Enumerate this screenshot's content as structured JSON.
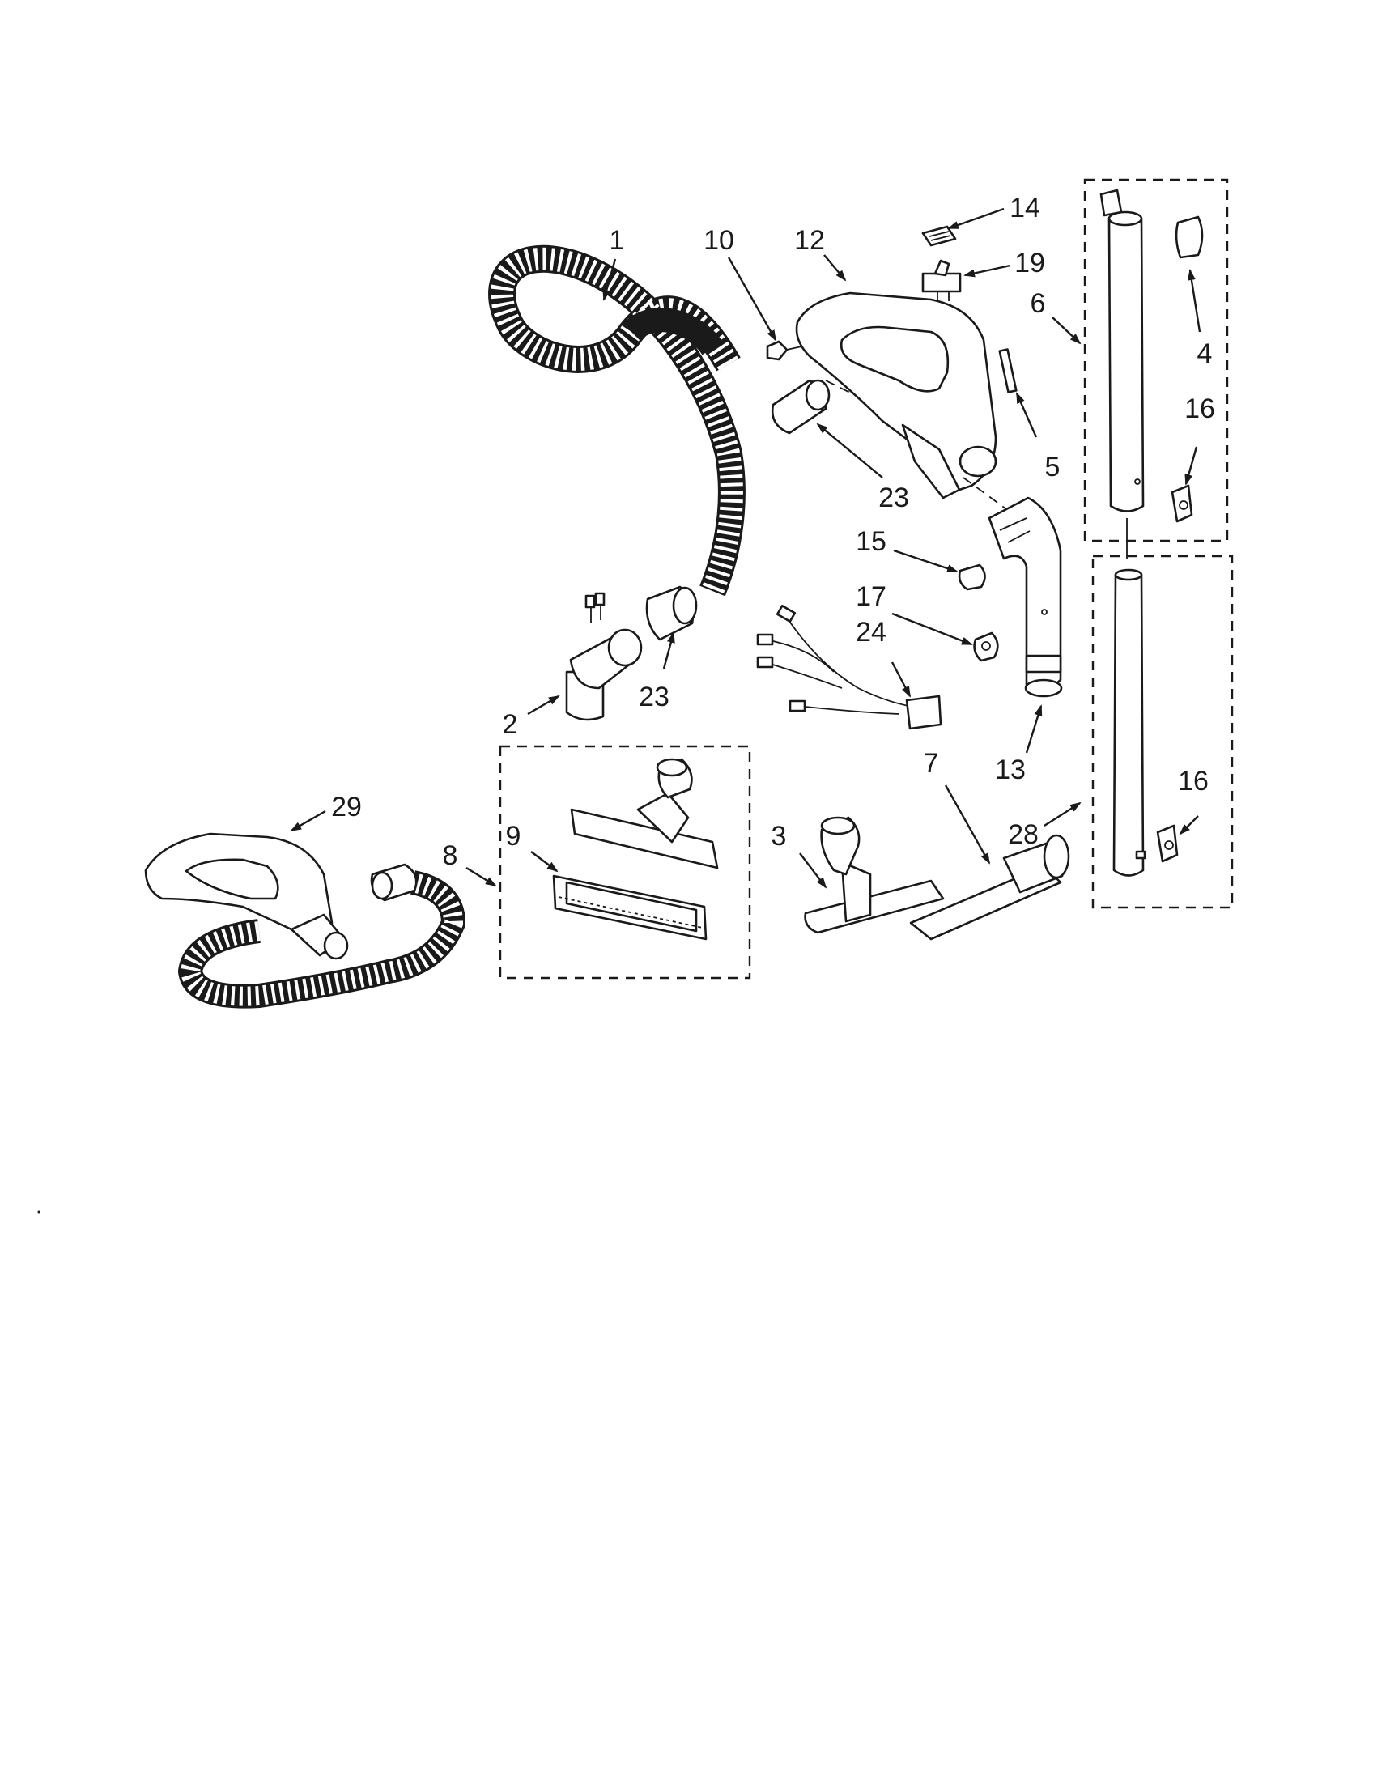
{
  "diagram": {
    "callouts": [
      "1",
      "10",
      "12",
      "14",
      "19",
      "6",
      "4",
      "16",
      "5",
      "23",
      "15",
      "17",
      "24",
      "2",
      "23",
      "13",
      "7",
      "28",
      "16",
      "29",
      "8",
      "9",
      "3"
    ]
  }
}
